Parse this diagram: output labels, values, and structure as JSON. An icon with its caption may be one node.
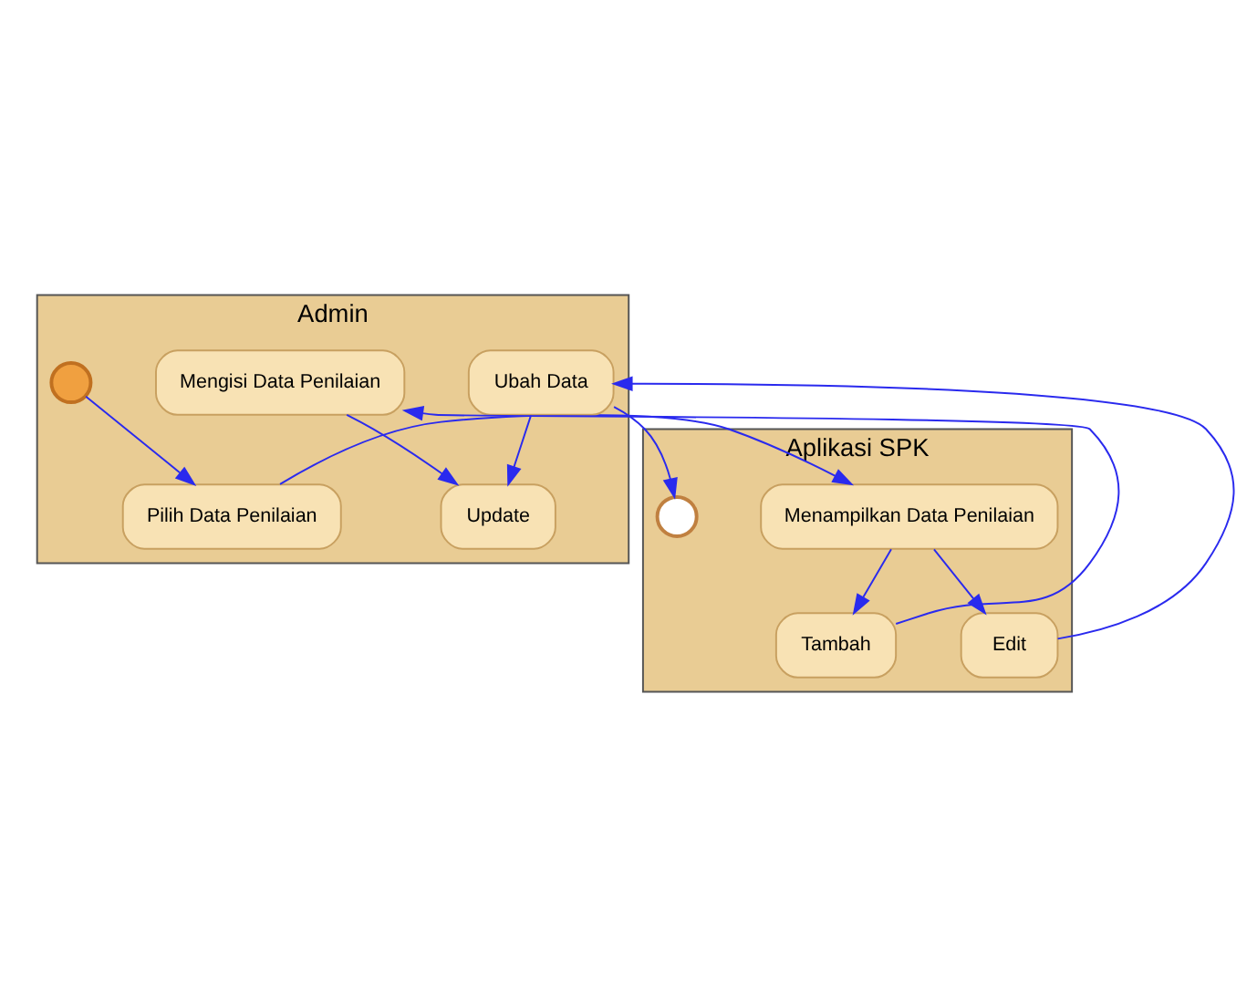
{
  "diagram": {
    "nodes": [
      {
        "text": [
          "Admin"
        ]
      },
      {
        "text": [
          "Aplikasi SPK"
        ]
      },
      {
        "text": [],
        "shape": "circle",
        "in": 0
      },
      {
        "text": [
          "Pilih Data Penilaian"
        ],
        "in": 0
      },
      {
        "text": [
          "Menampilkan Data Penilaian"
        ],
        "in": 1
      },
      {
        "text": [
          "Tambah"
        ],
        "in": 1
      },
      {
        "text": [
          "Edit"
        ],
        "in": 1
      },
      {
        "text": [
          "Mengisi Data Penilaian"
        ],
        "in": 0
      },
      {
        "text": [
          "Update"
        ],
        "in": 0
      },
      {
        "text": [
          "Ubah Data"
        ],
        "in": 0
      },
      {
        "text": [],
        "shape": "circle",
        "in": 1
      }
    ],
    "edges": [
      {
        "from": 2,
        "to": 3,
        "arrow": "to"
      },
      {
        "from": 3,
        "to": 4,
        "arrow": "to"
      },
      {
        "from": 4,
        "to": 5,
        "arrow": "to"
      },
      {
        "from": 4,
        "to": 6,
        "arrow": "to"
      },
      {
        "from": 5,
        "to": 7,
        "arrow": "to"
      },
      {
        "from": 7,
        "to": 8,
        "arrow": "to"
      },
      {
        "from": 6,
        "to": 9,
        "arrow": "to"
      },
      {
        "from": 9,
        "to": 8,
        "arrow": "to"
      },
      {
        "from": 9,
        "to": 10,
        "arrow": "to"
      }
    ]
  }
}
